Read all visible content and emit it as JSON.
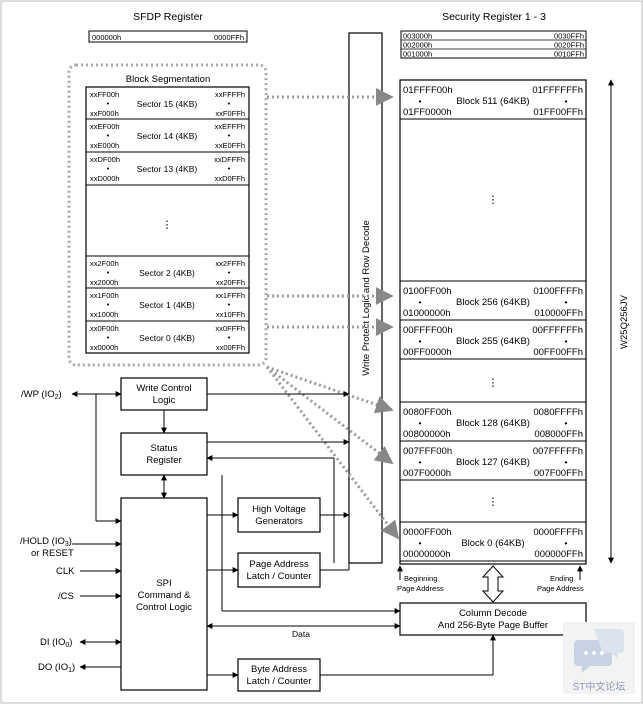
{
  "sfdp": {
    "title": "SFDP Register",
    "start": "000000h",
    "end": "0000FFh"
  },
  "security": {
    "title": "Security Register 1 - 3",
    "rows": [
      {
        "start": "003000h",
        "end": "0030FFh"
      },
      {
        "start": "002000h",
        "end": "0020FFh"
      },
      {
        "start": "001000h",
        "end": "0010FFh"
      }
    ]
  },
  "block_segmentation": {
    "title": "Block Segmentation",
    "sectors": [
      {
        "tl": "xxFF00h",
        "tr": "xxFFFFh",
        "label": "Sector 15 (4KB)",
        "bl": "xxF000h",
        "br": "xxF0FFh"
      },
      {
        "tl": "xxEF00h",
        "tr": "xxEFFFh",
        "label": "Sector 14 (4KB)",
        "bl": "xxE000h",
        "br": "xxE0FFh"
      },
      {
        "tl": "xxDF00h",
        "tr": "xxDFFFh",
        "label": "Sector 13 (4KB)",
        "bl": "xxD000h",
        "br": "xxD0FFh"
      },
      {
        "tl": "xx2F00h",
        "tr": "xx2FFFh",
        "label": "Sector 2 (4KB)",
        "bl": "xx2000h",
        "br": "xx20FFh"
      },
      {
        "tl": "xx1F00h",
        "tr": "xx1FFFh",
        "label": "Sector 1 (4KB)",
        "bl": "xx1000h",
        "br": "xx10FFh"
      },
      {
        "tl": "xx0F00h",
        "tr": "xx0FFFh",
        "label": "Sector 0 (4KB)",
        "bl": "xx0000h",
        "br": "xx00FFh"
      }
    ]
  },
  "memory_blocks": [
    {
      "tl": "01FFFF00h",
      "tr": "01FFFFFFh",
      "label": "Block 511 (64KB)",
      "bl": "01FF0000h",
      "br": "01FF00FFh"
    },
    {
      "tl": "0100FF00h",
      "tr": "0100FFFFh",
      "label": "Block 256 (64KB)",
      "bl": "01000000h",
      "br": "010000FFh"
    },
    {
      "tl": "00FFFF00h",
      "tr": "00FFFFFFh",
      "label": "Block 255 (64KB)",
      "bl": "00FF0000h",
      "br": "00FF00FFh"
    },
    {
      "tl": "0080FF00h",
      "tr": "0080FFFFh",
      "label": "Block 128 (64KB)",
      "bl": "00800000h",
      "br": "008000FFh"
    },
    {
      "tl": "007FFF00h",
      "tr": "007FFFFFh",
      "label": "Block 127 (64KB)",
      "bl": "007F0000h",
      "br": "007F00FFh"
    },
    {
      "tl": "0000FF00h",
      "tr": "0000FFFFh",
      "label": "Block 0 (64KB)",
      "bl": "00000000h",
      "br": "000000FFh"
    }
  ],
  "bullet": "•",
  "vdots": "⋮",
  "write_protect": "Write Protect Logic and Row Decode",
  "chip_name": "W25Q256JV",
  "blocks": {
    "write_control": [
      "Write Control",
      "Logic"
    ],
    "status": [
      "Status",
      "Register"
    ],
    "high_voltage": [
      "High Voltage",
      "Generators"
    ],
    "page_address": [
      "Page Address",
      "Latch / Counter"
    ],
    "spi": [
      "SPI",
      "Command &",
      "Control Logic"
    ],
    "byte_address": [
      "Byte Address",
      "Latch / Counter"
    ],
    "column_decode": [
      "Column Decode",
      "And 256-Byte Page Buffer"
    ]
  },
  "page_address_labels": {
    "beginning": [
      "Beginning",
      "Page Address"
    ],
    "ending": [
      "Ending",
      "Page Address"
    ]
  },
  "data_label": "Data",
  "pins": {
    "wp": {
      "base": "/WP (IO",
      "sub": "2",
      "close": ")"
    },
    "hold": {
      "base": "/HOLD (IO",
      "sub": "3",
      "close": ")"
    },
    "reset": "or RESET",
    "clk": "CLK",
    "cs": "/CS",
    "di": {
      "base": "DI (IO",
      "sub": "0",
      "close": ")"
    },
    "do": {
      "base": "DO (IO",
      "sub": "1",
      "close": ")"
    }
  },
  "watermark": "ST中文论坛"
}
